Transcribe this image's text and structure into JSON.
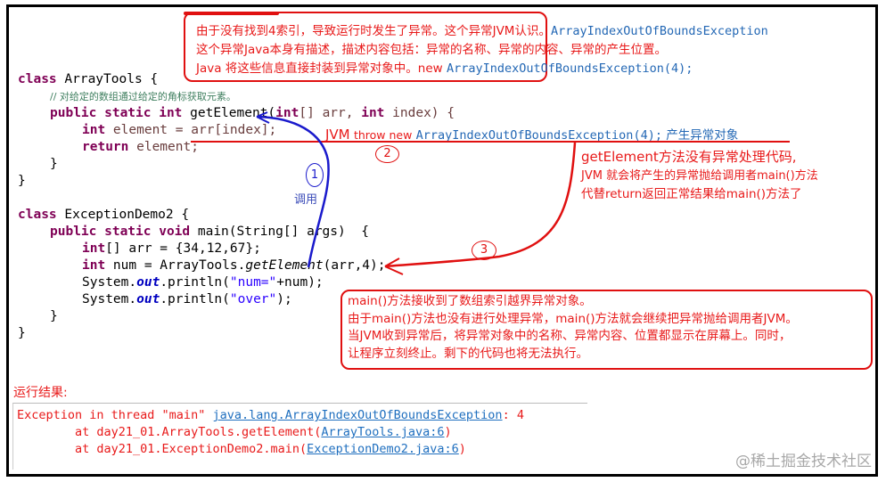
{
  "top_note": {
    "line1_text": "由于没有找到4索引，导致运行时发生了异常。这个异常JVM认识。",
    "line1_code": "ArrayIndexOutOfBoundsException",
    "line2_text": "这个异常Java本身有描述，描述内容包括：异常的名称、异常的内容、异常的产生位置。",
    "line3_text": "Java 将这些信息直接封装到异常对象中。new",
    "line3_code": "ArrayIndexOutOfBoundsException(4);"
  },
  "code": {
    "class1_kw": "class",
    "class1_name": " ArrayTools {",
    "comment": "// 对给定的数组通过给定的角标获取元素。",
    "method1_kw": "public static int",
    "method1_sig_a": " getElement(",
    "method1_int1": "int",
    "method1_sig_b": "[] arr, ",
    "method1_int2": "int",
    "method1_sig_c": " index) {",
    "line_elem_kw": "int",
    "line_elem_rest": " element = arr[index];",
    "line_ret_kw": "return",
    "line_ret_rest": " element;",
    "close_inner": "}",
    "close_outer": "}",
    "class2_kw": "class",
    "class2_name": " ExceptionDemo2 {",
    "main_kw": "public static void",
    "main_sig": " main(String[] args)  {",
    "arr_kw": "int",
    "arr_rest": "[] arr = {34,12,67};",
    "num_kw": "int",
    "num_a": " num = ArrayTools.",
    "num_method": "getElement",
    "num_b": "(arr,4);",
    "print1_a": "System.",
    "print1_field": "out",
    "print1_b": ".println(",
    "print1_str": "\"num=\"",
    "print1_c": "+num);",
    "print2_a": "System.",
    "print2_field": "out",
    "print2_b": ".println(",
    "print2_str": "\"over\"",
    "print2_c": ");",
    "close_inner2": "}",
    "close_outer2": "}"
  },
  "throw_note": {
    "jvm": "JVM",
    "throw_new": "throw new",
    "code": "ArrayIndexOutOfBoundsException(4);",
    "suffix": "产生异常对象"
  },
  "steps": {
    "step1": "1",
    "step1_label": "调用",
    "step2": "2",
    "step3": "3"
  },
  "right_note": {
    "line1": "getElement方法没有异常处理代码,",
    "line2": "JVM 就会将产生的异常抛给调用者main()方法",
    "line3": "代替return返回正常结果给main()方法了"
  },
  "bottom_note": {
    "line1": "main()方法接收到了数组索引越界异常对象。",
    "line2": "由于main()方法也没有进行处理异常，main()方法就会继续把异常抛给调用者JVM。",
    "line3": "当JVM收到异常后，将异常对象中的名称、异常内容、位置都显示在屏幕上。同时，",
    "line4": "让程序立刻终止。剩下的代码也将无法执行。"
  },
  "result": {
    "label": "运行结果:",
    "line1_prefix": "Exception in thread \"main\" ",
    "line1_link": "java.lang.ArrayIndexOutOfBoundsException",
    "line1_suffix": ": 4",
    "line2_prefix": "        at day21_01.ArrayTools.getElement(",
    "line2_link": "ArrayTools.java:6",
    "line2_suffix": ")",
    "line3_prefix": "        at day21_01.ExceptionDemo2.main(",
    "line3_link": "ExceptionDemo2.java:6",
    "line3_suffix": ")"
  },
  "watermark": "@稀土掘金技术社区",
  "colors": {
    "annotation_red": "#e81a1a",
    "arrow_blue": "#1a1acc",
    "keyword": "#7f0055",
    "link_blue": "#1f6fbf"
  }
}
